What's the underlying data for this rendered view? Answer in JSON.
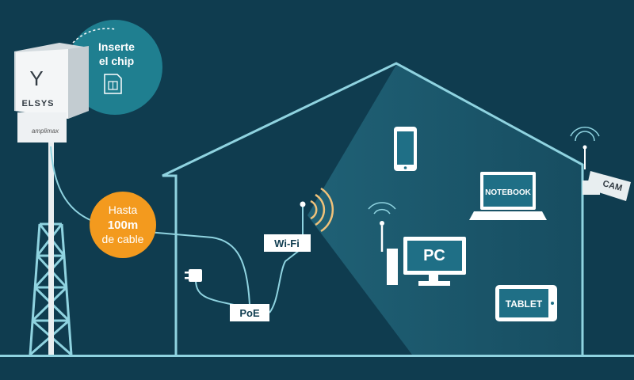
{
  "colors": {
    "background": "#0f3c4f",
    "line": "#8fd3e0",
    "screen": "#1f6f86",
    "badge_orange": "#f39a1e",
    "chip_circle": "#1f7f90",
    "white": "#ffffff"
  },
  "router": {
    "brand": "ELSYS",
    "logo_glyph": "Y",
    "model": "amplimax"
  },
  "chip_callout": {
    "line1": "Inserte",
    "line2": "el chip"
  },
  "cable_badge": {
    "line1": "Hasta",
    "line2": "100m",
    "line3": "de cable"
  },
  "labels": {
    "wifi": "Wi-Fi",
    "poe": "PoE",
    "pc": "PC",
    "notebook": "NOTEBOOK",
    "tablet": "TABLET",
    "cam": "CAM"
  },
  "icons": [
    "sim-card-icon",
    "power-plug-icon",
    "smartphone-icon",
    "notebook-icon",
    "pc-monitor-icon",
    "tablet-icon",
    "security-camera-icon",
    "wifi-waves-icon"
  ]
}
